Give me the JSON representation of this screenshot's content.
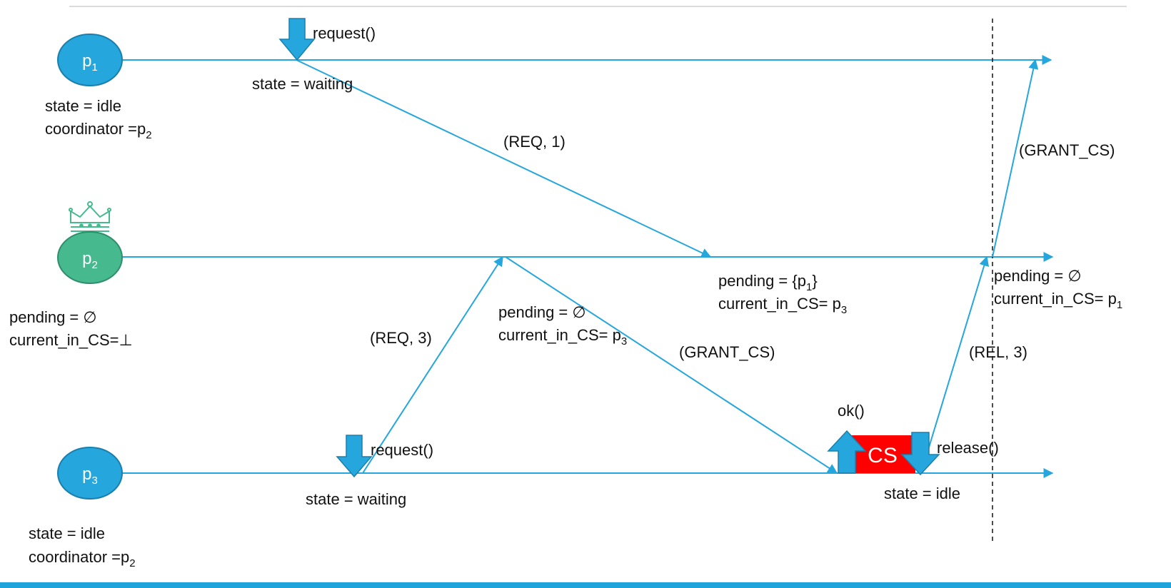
{
  "nodes": {
    "p1": {
      "base": "p",
      "sub": "1"
    },
    "p2": {
      "base": "p",
      "sub": "2"
    },
    "p3": {
      "base": "p",
      "sub": "3"
    }
  },
  "p1_state": {
    "state": "state = idle",
    "coordinator_prefix": "coordinator =p",
    "coordinator_sub": "2"
  },
  "p2_state": {
    "pending": "pending = ∅",
    "current": "current_in_CS=⊥"
  },
  "p3_state": {
    "state": "state = idle",
    "coordinator_prefix": "coordinator =p",
    "coordinator_sub": "2"
  },
  "events": {
    "p1_request": "request()",
    "p1_waiting": "state = waiting",
    "p3_request": "request()",
    "p3_waiting": "state = waiting",
    "ok": "ok()",
    "cs": "CS",
    "release": "release()",
    "p3_idle": "state = idle"
  },
  "messages": {
    "req1": "(REQ, 1)",
    "req3": "(REQ, 3)",
    "grant1": "(GRANT_CS)",
    "grant2": "(GRANT_CS)",
    "rel3": "(REL, 3)"
  },
  "annotations": {
    "a1_pending": "pending = ∅",
    "a1_current_prefix": "current_in_CS= p",
    "a1_current_sub": "3",
    "a2_pending_prefix": "pending = {p",
    "a2_pending_sub": "1",
    "a2_pending_suffix": "}",
    "a2_current_prefix": "current_in_CS= p",
    "a2_current_sub": "3",
    "a3_pending": "pending = ∅",
    "a3_current_prefix": "current_in_CS= p",
    "a3_current_sub": "1"
  },
  "colors": {
    "blue": "#25A6DC",
    "green": "#46B98F",
    "red": "#FF0000",
    "footer": "#1FA3DB"
  }
}
